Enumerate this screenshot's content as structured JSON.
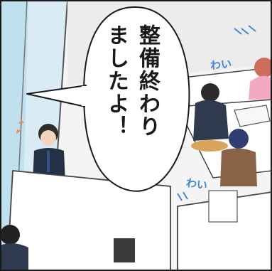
{
  "speech_bubble": {
    "lines": [
      "整備終わり",
      "ましたよ！"
    ]
  },
  "sound_effects": {
    "top": "わい",
    "bottom": "わい"
  },
  "colors": {
    "sfx": "#3f88d3",
    "border": "#1a1a1a",
    "window": "#bfe0ee"
  }
}
